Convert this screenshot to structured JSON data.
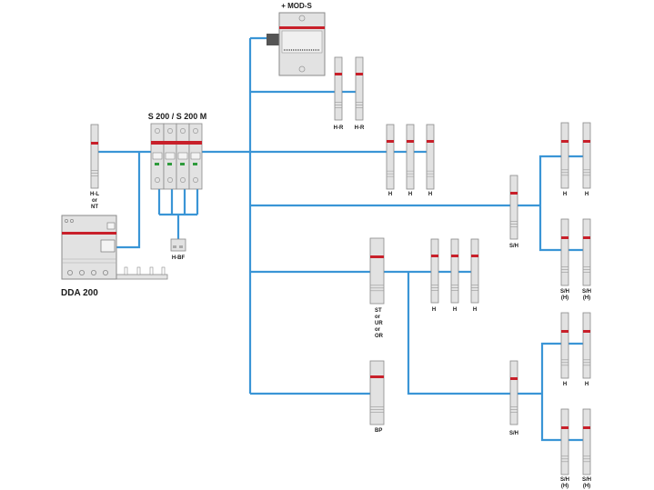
{
  "colors": {
    "wire": "#3a95d6",
    "device_body": "#e2e2e2",
    "device_outline": "#8a8a8a",
    "accent_red": "#c8202a",
    "dark_connector": "#555555"
  },
  "labels": {
    "mod_s": "+ MOD-S",
    "s200": "S 200 / S 200 M",
    "dda200": "DDA 200",
    "hbf": "H-BF",
    "hl_lines": [
      "H-L",
      "or",
      "NT"
    ],
    "hr1": "H-R",
    "hr2": "H-R",
    "h_row1": [
      "H",
      "H",
      "H"
    ],
    "st_lines": [
      "ST",
      "or",
      "UR",
      "or",
      "OR"
    ],
    "h_row2": [
      "H",
      "H",
      "H"
    ],
    "bp": "BP",
    "sh_upper": "S/H",
    "sh_lower": "S/H",
    "branch_upper_top": [
      "H",
      "H"
    ],
    "branch_upper_bottom": [
      [
        "S/H",
        "(H)"
      ],
      [
        "S/H",
        "(H)"
      ]
    ],
    "branch_lower_top": [
      "H",
      "H"
    ],
    "branch_lower_bottom": [
      [
        "S/H",
        "(H)"
      ],
      [
        "S/H",
        "(H)"
      ]
    ]
  }
}
